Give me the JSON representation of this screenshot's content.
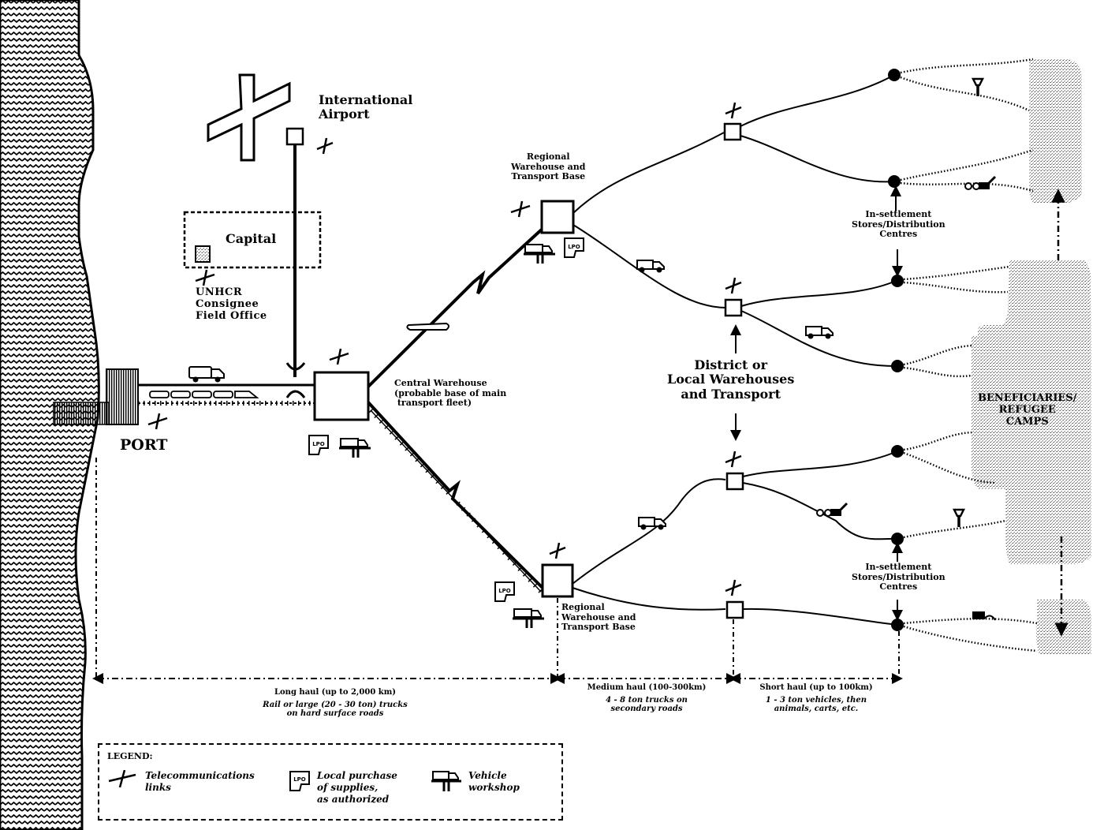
{
  "labels": {
    "airport": "International\nAirport",
    "capital": "Capital",
    "unhcr_office": "UNHCR\nConsignee\nField Office",
    "port": "PORT",
    "central_warehouse": "Central Warehouse\n(probable base of main\n transport fleet)",
    "regional_top": "Regional\nWarehouse and\nTransport Base",
    "regional_bottom": "Regional\nWarehouse and\nTransport Base",
    "district": "District or\nLocal Warehouses\nand Transport",
    "in_settlement_top": "In-settlement\nStores/Distribution\nCentres",
    "in_settlement_bottom": "In-settlement\nStores/Distribution\nCentres",
    "beneficiaries": "BENEFICIARIES/\nREFUGEE\nCAMPS"
  },
  "haul_ranges": [
    {
      "title": "Long haul (up to 2,000 km)",
      "desc": "Rail or large (20 - 30 ton) trucks\non hard surface roads"
    },
    {
      "title": "Medium haul (100-300km)",
      "desc": "4 - 8 ton trucks on\nsecondary roads"
    },
    {
      "title": "Short haul (up to 100km)",
      "desc": "1 - 3 ton vehicles, then\nanimals, carts, etc."
    }
  ],
  "legend": {
    "title": "LEGEND:",
    "items": [
      {
        "icon": "telecommunications-icon",
        "text": "Telecommunications\nlinks"
      },
      {
        "icon": "local-purchase-icon",
        "text": "Local purchase\nof supplies,\nas authorized"
      },
      {
        "icon": "vehicle-workshop-icon",
        "text": "Vehicle\nworkshop"
      }
    ]
  },
  "icon_text": {
    "lpo": "LPO"
  }
}
